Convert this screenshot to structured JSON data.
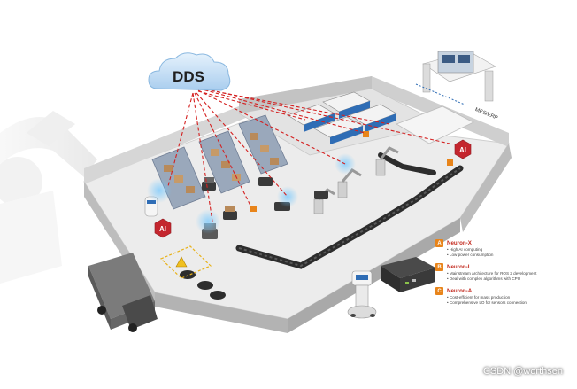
{
  "cloud": {
    "label": "DDS"
  },
  "ai_badges": [
    {
      "label": "AI"
    },
    {
      "label": "AI"
    }
  ],
  "mes_label": "MES/ERP",
  "warning_sign": {
    "icon": "warning-triangle-icon"
  },
  "legend": [
    {
      "letter": "A",
      "title": "Neuron-X",
      "bullets": [
        "High AI computing",
        "Low power consumption"
      ]
    },
    {
      "letter": "B",
      "title": "Neuron-I",
      "bullets": [
        "Mainstream architecture for ROS 2 development",
        "Deal with complex algorithms with CPU"
      ]
    },
    {
      "letter": "C",
      "title": "Neuron-A",
      "bullets": [
        "Cost-efficient for mass production",
        "Comprehensive I/O for sensors connection"
      ]
    }
  ],
  "watermark": "CSDN @worthsen",
  "colors": {
    "link_red": "#d42020",
    "ai_red": "#c4262e",
    "accent_orange": "#e8841a",
    "cloud_blue": "#bcd9f2",
    "floor_gray": "#ececec"
  }
}
